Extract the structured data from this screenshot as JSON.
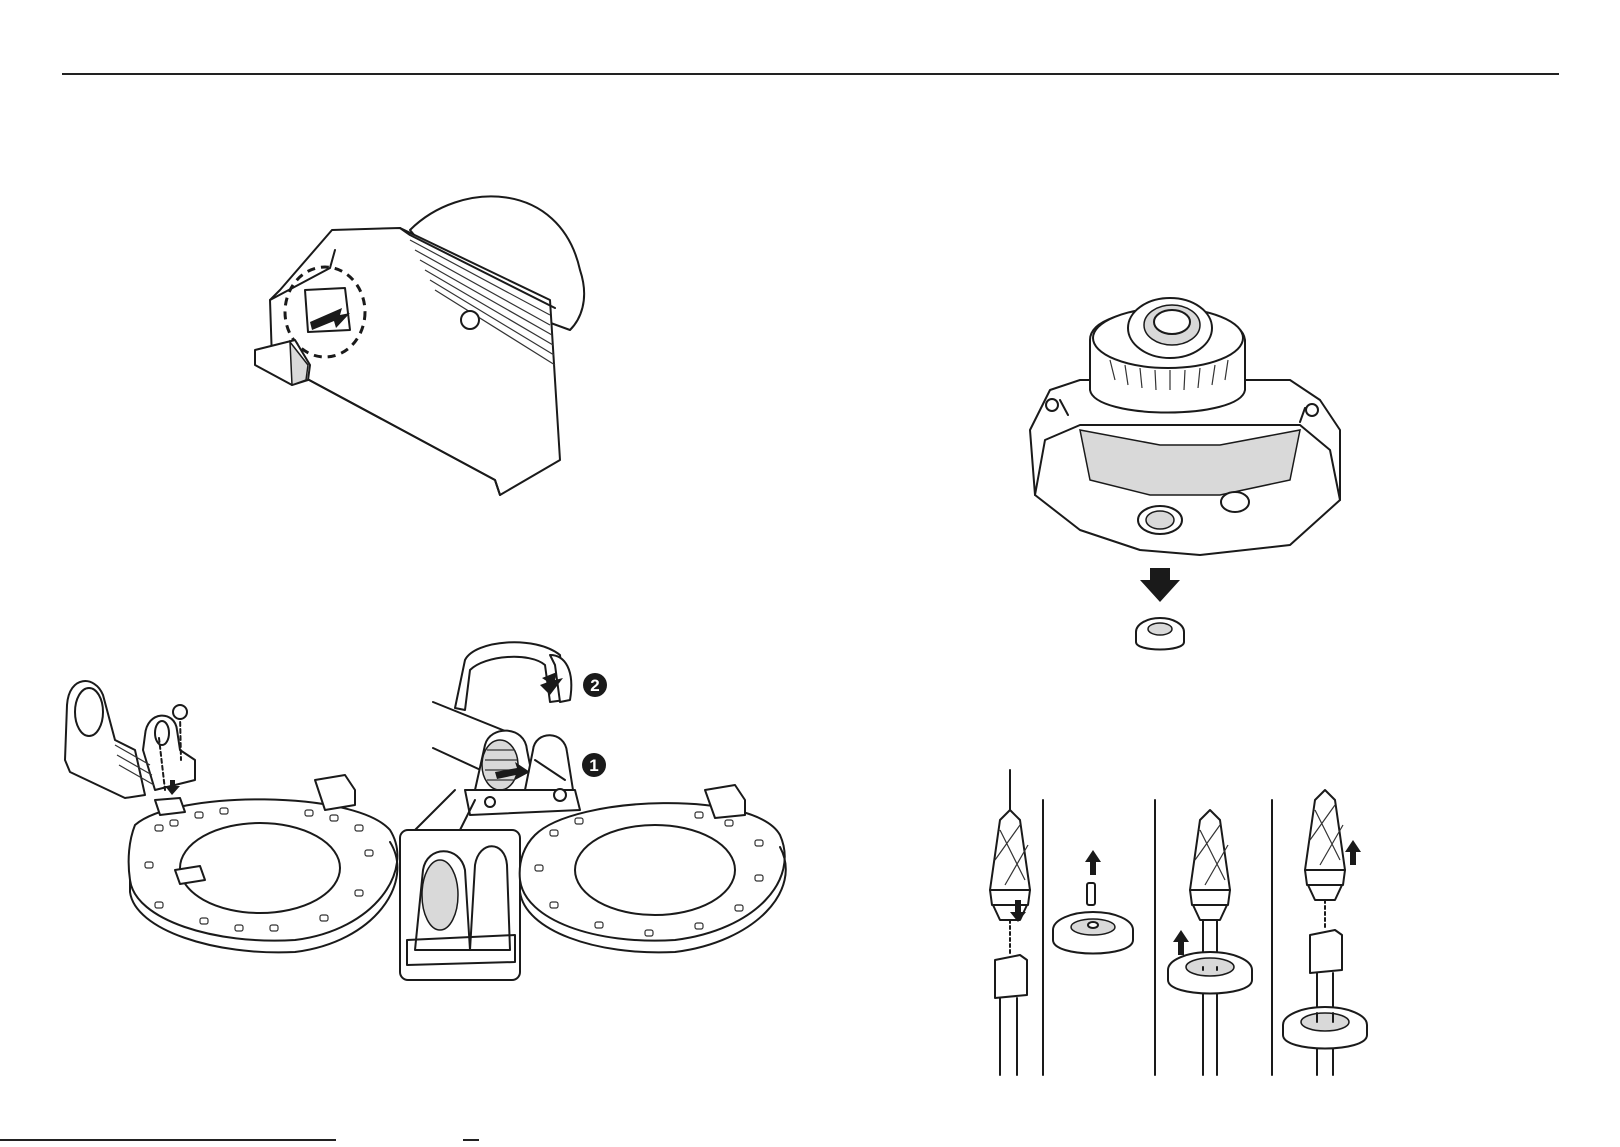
{
  "page": {
    "background_color": "#ffffff",
    "line_color": "#1a1a1a"
  },
  "figures": [
    {
      "id": "dome-cover-tab-removal",
      "icon": "dome-camera-cover-icon"
    },
    {
      "id": "camera-base-plug-removal",
      "icon": "camera-base-icon"
    },
    {
      "id": "bracket-ring-mounting",
      "icon": "mount-bracket-icon"
    },
    {
      "id": "cable-grommet-steps",
      "icon": "cable-connector-icon"
    }
  ],
  "callouts": {
    "step_one": "1",
    "step_two": "2"
  }
}
